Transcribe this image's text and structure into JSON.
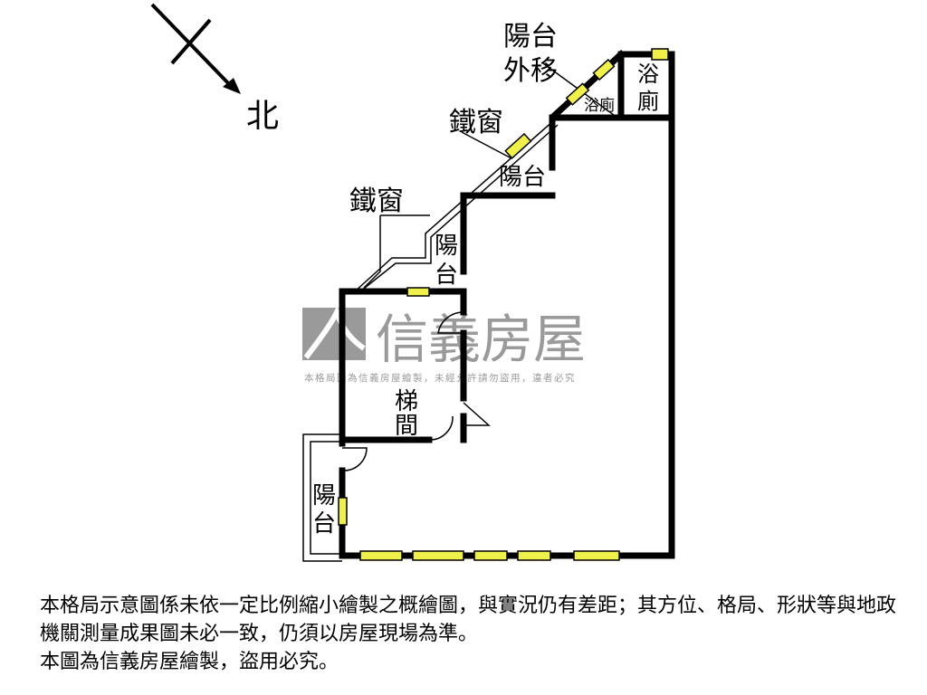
{
  "compass": {
    "north_label": "北"
  },
  "rooms": {
    "balcony_moved": [
      "陽台",
      "外移"
    ],
    "iron_window_1": "鐵窗",
    "iron_window_2": "鐵窗",
    "bath_small": "浴廁",
    "bath_right": [
      "浴",
      "廁"
    ],
    "balcony_upper": "陽台",
    "balcony_mid": [
      "陽",
      "台"
    ],
    "stairs": [
      "梯",
      "間"
    ],
    "balcony_lower": [
      "陽",
      "台"
    ]
  },
  "watermark": {
    "brand": "信義房屋",
    "subtext": "本格局圖為信義房屋繪製，未經允許請勿盜用，違者必究"
  },
  "colors": {
    "wall": "#000000",
    "window": "#f0f04a",
    "watermark": "#9a9a9a"
  },
  "disclaimer": [
    "本格局示意圖係未依一定比例縮小繪製之概繪圖，與實況仍有差距；其方位、格局、形狀等與地政機關測量成果圖未必一致，仍須以房屋現場為準。",
    "本圖為信義房屋繪製，盜用必究。"
  ]
}
